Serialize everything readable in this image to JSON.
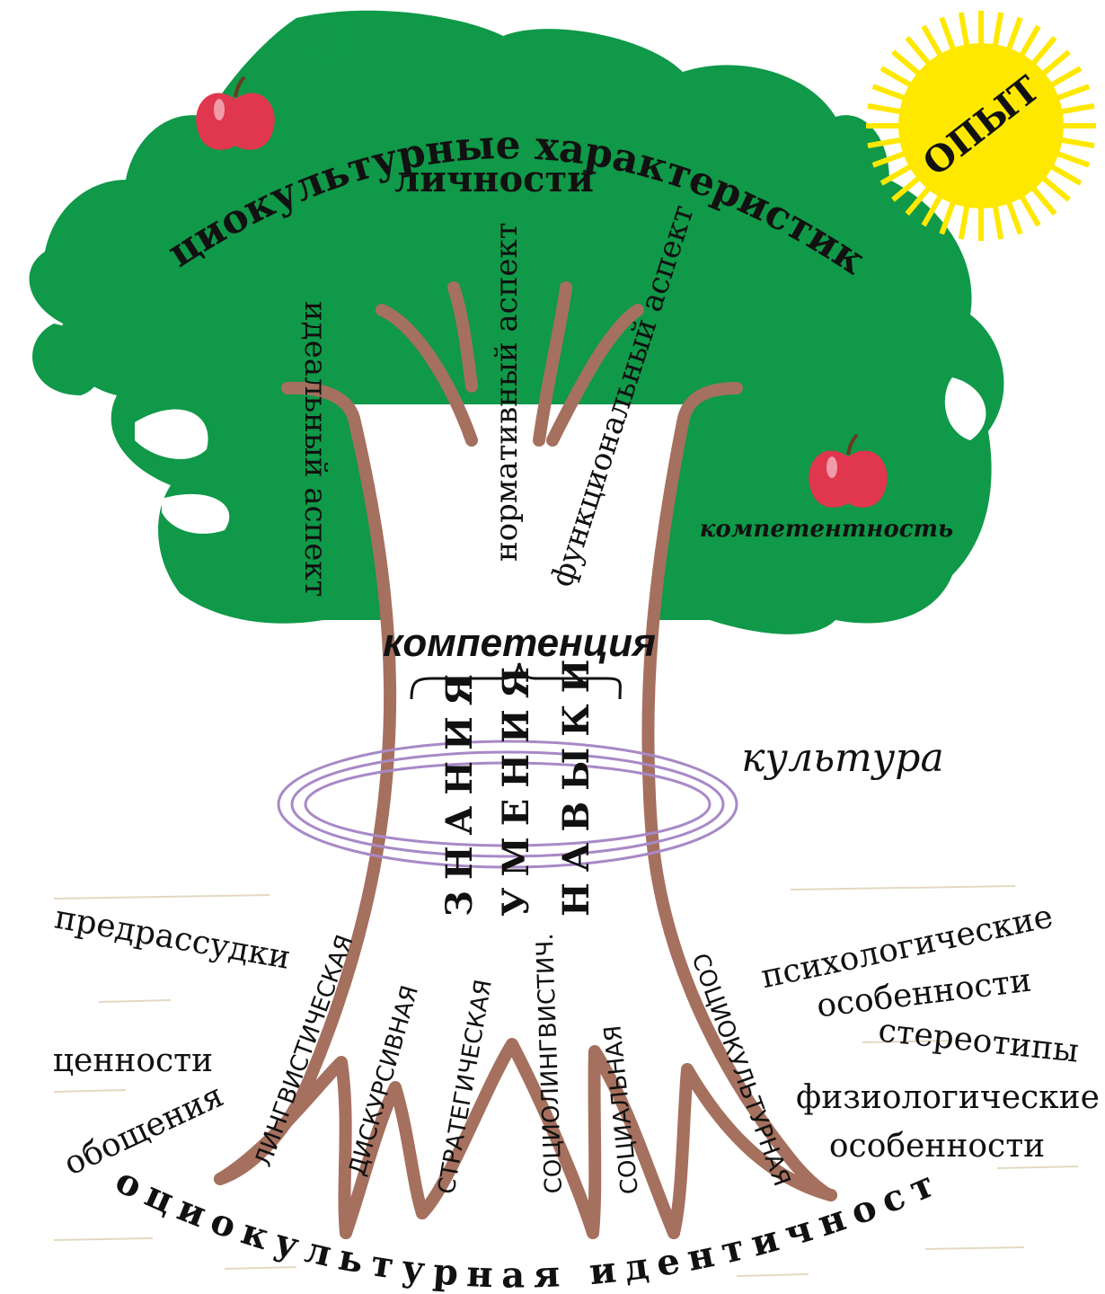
{
  "crown": {
    "title_line1": "социокультурные характеристики",
    "title_line2": "личности"
  },
  "aspects": {
    "ideal": "идеальный аспект",
    "normative": "нормативный аспект",
    "functional": "функциональный аспект"
  },
  "competence_label": "компетентность",
  "competency_label": "компетенция",
  "trunk_words": [
    "ЗНАНИЯ",
    "УМЕНИЯ",
    "НАВЫКИ"
  ],
  "sun_label": "ОПЫТ",
  "culture_label": "культура",
  "left_factors": [
    "предрассудки",
    "ценности",
    "обощения"
  ],
  "right_factors": [
    "психологические",
    "особенности",
    "стереотипы",
    "физиологические",
    "особенности"
  ],
  "roots": [
    "ЛИНГВИСТИЧЕСКАЯ",
    "ДИСКУРСИВНАЯ",
    "СТРАТЕГИЧЕСКАЯ",
    "СОЦИОЛИНГВИСТИЧ.",
    "СОЦИАЛЬНАЯ",
    "СОЦИОКУЛЬТУРНАЯ"
  ],
  "identity_label": "социокультурная идентичность",
  "colors": {
    "foliage": "#0f9948",
    "trunk_outline": "#a5705e",
    "sun": "#ffe800",
    "apple": "#e0374f",
    "ring": "#a889c7",
    "text": "#111111"
  }
}
